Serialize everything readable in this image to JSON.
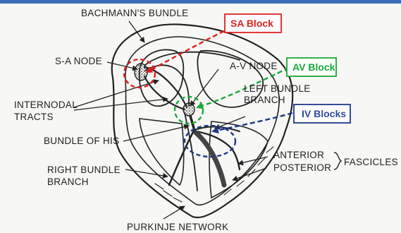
{
  "labels": {
    "bachmann": "BACHMANN'S BUNDLE",
    "sa_node": "S-A NODE",
    "av_node": "A-V NODE",
    "left_bundle_1": "LEFT BUNDLE",
    "left_bundle_2": "BRANCH",
    "internodal_1": "INTERNODAL",
    "internodal_2": "TRACTS",
    "bundle_his": "BUNDLE OF HIS",
    "anterior": "ANTERIOR",
    "posterior": "POSTERIOR",
    "fascicles": "FASCICLES",
    "right_bundle_1": "RIGHT BUNDLE",
    "right_bundle_2": "BRANCH",
    "purkinje": "PURKINJE NETWORK"
  },
  "blocks": {
    "sa": "SA Block",
    "av": "AV Block",
    "iv": "IV Blocks"
  },
  "colors": {
    "sa": "#e02020",
    "av": "#18a83a",
    "iv": "#1f3a8a",
    "iv_text": "#2f4b9a",
    "ink": "#222222",
    "header": "#3a6db5"
  }
}
